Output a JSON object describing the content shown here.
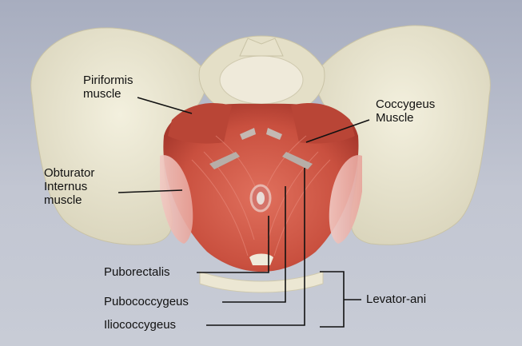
{
  "labels": {
    "piriformis": [
      "Piriformis",
      "muscle"
    ],
    "coccygeus": [
      "Coccygeus",
      "Muscle"
    ],
    "obturator": [
      "Obturator",
      "Internus",
      "muscle"
    ],
    "puborectalis": "Puborectalis",
    "pubococcygeus": "Pubococcygeus",
    "iliococcygeus": "Iliococcygeus",
    "levator_ani": "Levator-ani"
  },
  "colors": {
    "background": "#b8bdcb",
    "bone": "#e9e5d0",
    "muscle": "#cf5a4c",
    "leader_line": "#111111"
  }
}
